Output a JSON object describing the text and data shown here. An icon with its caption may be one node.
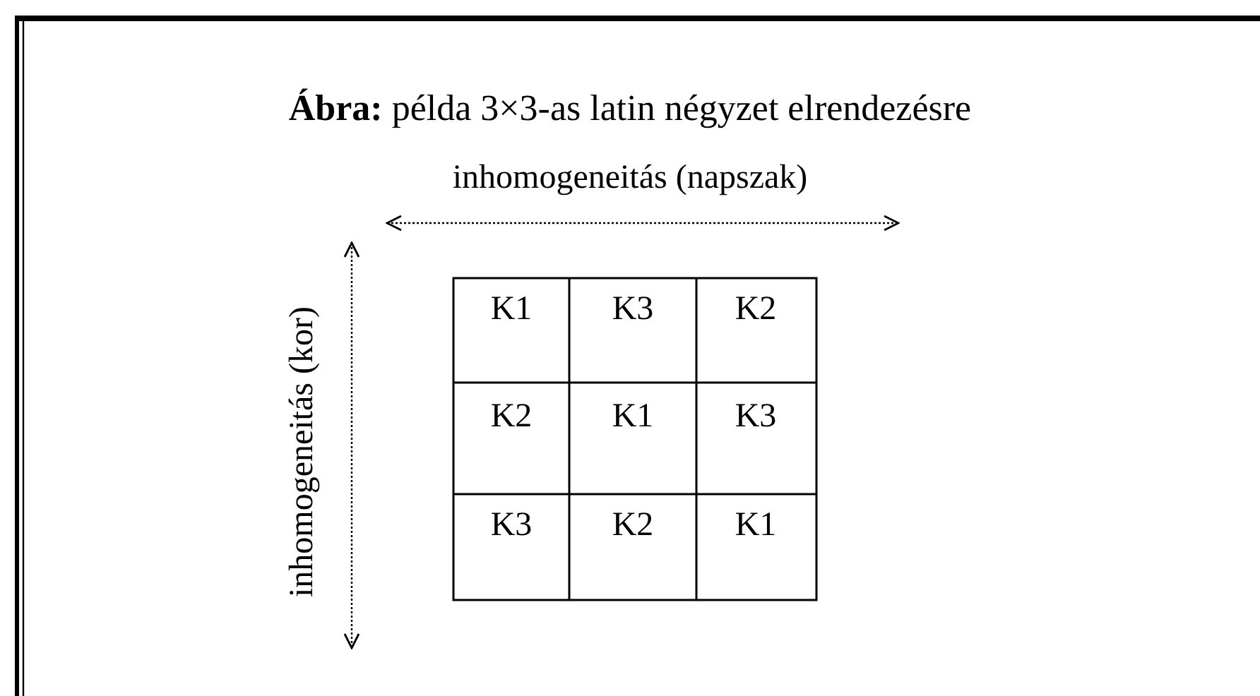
{
  "diagram": {
    "title": "**Ábra:** példa 3×3-as latin négyzet elrendezésre",
    "labels": [
      "inhomogeneitás (napszak)",
      "inhomogeneitás (kor)",
      "K1",
      "K3",
      "K2",
      "K2",
      "K1",
      "K3",
      "K3",
      "K2",
      "K1"
    ]
  }
}
